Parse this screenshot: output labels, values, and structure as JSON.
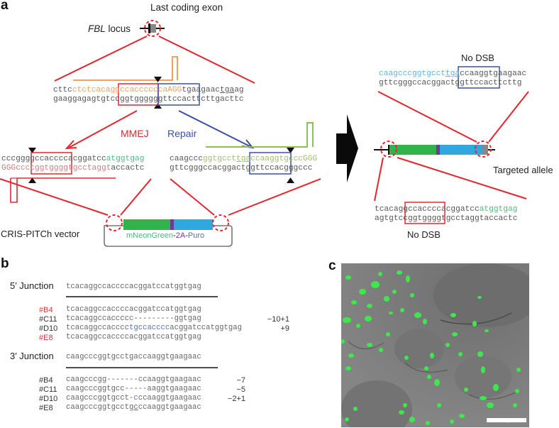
{
  "panel_a": {
    "label": "a",
    "locus": {
      "gene": "FBL",
      "suffix": " locus",
      "exon_label": "Last coding exon"
    },
    "genomic_top": [
      {
        "t": "cttc",
        "c": ""
      },
      {
        "t": "ctctcacag",
        "c": "o"
      },
      {
        "t": "gccacccc",
        "c": "o"
      },
      {
        "t": "ccaAGG",
        "c": "o"
      },
      {
        "t": "tgaagaac",
        "c": ""
      },
      {
        "t": "tga",
        "c": "u"
      },
      {
        "t": "ag",
        "c": ""
      }
    ],
    "genomic_bottom": "gaaggagagtgtccggtggggggttccacttcttgacttc",
    "mmej_label": "MMEJ",
    "repair_label": "Repair",
    "left_top": [
      {
        "t": "cccggggccaccccacggatcc",
        "c": ""
      },
      {
        "t": "atggtgag",
        "c": "g"
      }
    ],
    "left_bottom": [
      {
        "t": "GGGccccggtggggtgcctaggt",
        "c": "pk"
      },
      {
        "t": "accactc",
        "c": ""
      }
    ],
    "right_top": [
      {
        "t": "caagccc",
        "c": ""
      },
      {
        "t": "ggtgcct",
        "c": "lg"
      },
      {
        "t": "tga",
        "c": "lg u"
      },
      {
        "t": "ccaaggtgcccGGG",
        "c": "lg"
      }
    ],
    "right_bottom": "gttcgggccacggactggttccacgggccc",
    "vector_label": "CRIS-PITCh vector",
    "cassette": [
      {
        "t": "mNeonGreen",
        "c": "g"
      },
      {
        "t": "-",
        "c": ""
      },
      {
        "t": "2A",
        "c": "pu"
      },
      {
        "t": "-",
        "c": ""
      },
      {
        "t": "Puro",
        "c": "bl"
      }
    ],
    "no_dsb_top_label": "No DSB",
    "result_top": [
      {
        "t": "caagcccggtgcct",
        "c": "cy"
      },
      {
        "t": "tga",
        "c": "cy u"
      },
      {
        "t": "ccaaggtgaagaac",
        "c": ""
      }
    ],
    "result_top_bottom": "gttcgggccacggactggttccacttcttg",
    "targeted_label": "Targeted allele",
    "result_bottom_top": [
      {
        "t": "tcacaggccaccccacggatcc",
        "c": ""
      },
      {
        "t": "atggtgag",
        "c": "g"
      }
    ],
    "result_bottom_bottom": "agtgtccggtggggtgcctaggtaccactc",
    "no_dsb_bottom_label": "No DSB",
    "colors": {
      "red": "#e2262d",
      "blue": "#3b4fa8",
      "orange": "#f5a05a",
      "green_line": "#8cc152",
      "mNeonGreen": "#2fb34a",
      "2A": "#6a3aa0",
      "Puro": "#2fa8e0",
      "exon": "#888888"
    }
  },
  "panel_b": {
    "label": "b",
    "five_prime": {
      "title": "5′ Junction",
      "reference": "tcacaggccaccccacggatccatggtgag",
      "clones": [
        {
          "id": "#B4",
          "red": true,
          "seq": [
            {
              "t": "tcacaggccaccccacggatccatggtgag",
              "c": ""
            }
          ],
          "indel": ""
        },
        {
          "id": "#C11",
          "red": false,
          "seq": [
            {
              "t": "tcacaggccacccc",
              "c": ""
            },
            {
              "t": "c",
              "c": "bl"
            },
            {
              "t": "---------ggtgag",
              "c": ""
            }
          ],
          "indel": "−10+1"
        },
        {
          "id": "#D10",
          "red": false,
          "seq": [
            {
              "t": "tcacaggccacccc",
              "c": ""
            },
            {
              "t": "tgccacccc",
              "c": "bl"
            },
            {
              "t": "acggatccatggtgag",
              "c": ""
            }
          ],
          "indel": "+9"
        },
        {
          "id": "#E8",
          "red": true,
          "seq": [
            {
              "t": "tcacaggccaccccacggatccatggtgag",
              "c": ""
            }
          ],
          "indel": ""
        }
      ]
    },
    "three_prime": {
      "title": "3′ Junction",
      "reference": "caagcccggtgcctgaccaaggtgaagaac",
      "clones": [
        {
          "id": "#B4",
          "red": false,
          "seq": [
            {
              "t": "caagcccgg-------ccaaggtgaagaac",
              "c": ""
            }
          ],
          "indel": "−7"
        },
        {
          "id": "#C11",
          "red": false,
          "seq": [
            {
              "t": "caagcccggtgcc-----aaggtgaagaac",
              "c": ""
            }
          ],
          "indel": "−5"
        },
        {
          "id": "#D10",
          "red": false,
          "seq": [
            {
              "t": "caagcccggtgcct-",
              "c": ""
            },
            {
              "t": "c",
              "c": "bl"
            },
            {
              "t": "ccaaggtgaagaac",
              "c": ""
            }
          ],
          "indel": "−2+1"
        },
        {
          "id": "#E8",
          "red": false,
          "seq": [
            {
              "t": "caagcccggtgcctg",
              "c": ""
            },
            {
              "t": "c",
              "c": "u"
            },
            {
              "t": "ccaaggtgaagaac",
              "c": ""
            }
          ],
          "indel": ""
        }
      ]
    }
  },
  "panel_c": {
    "label": "c",
    "image_description": "Merged brightfield and mNeonGreen fluorescence micrograph showing nucleolar FBL localization",
    "scale_bar": true
  }
}
